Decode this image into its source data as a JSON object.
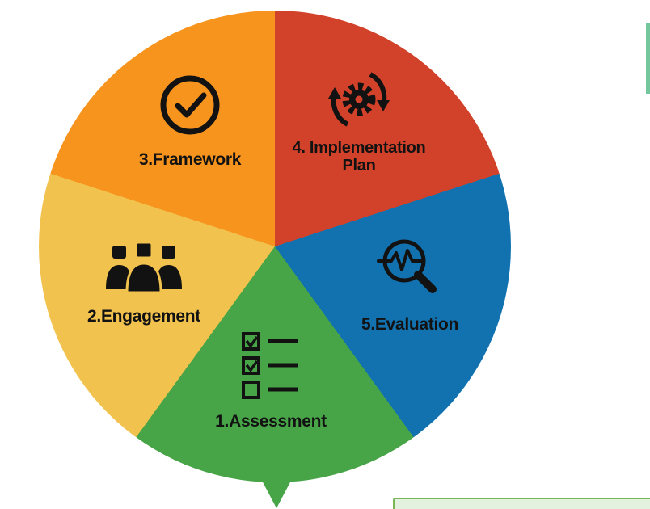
{
  "page": {
    "background": "#ffffff",
    "bottom_panel_fill": "#e3f2df",
    "bottom_panel_border": "#79b654",
    "right_strip_color": "#74c69d"
  },
  "diagram": {
    "type": "process-wheel",
    "title": "Five-step process wheel",
    "segments": [
      {
        "id": "assessment",
        "label": "1.Assessment",
        "color": "#47A447",
        "position": "bottom",
        "icon": "checklist-icon"
      },
      {
        "id": "engagement",
        "label": "2.Engagement",
        "color": "#F2C24E",
        "position": "left",
        "icon": "people-group-icon"
      },
      {
        "id": "framework",
        "label": "3.Framework",
        "color": "#F7941E",
        "position": "top-left",
        "icon": "check-circle-icon"
      },
      {
        "id": "implementation-plan",
        "label": "4. Implementation Plan",
        "color": "#D2422A",
        "position": "top-right",
        "icon": "gear-cycle-icon"
      },
      {
        "id": "evaluation",
        "label": "5.Evaluation",
        "color": "#1272B0",
        "position": "right",
        "icon": "magnifier-pulse-icon"
      }
    ],
    "icon_color": "#121212",
    "wheel_start": "top",
    "wheel_direction": "clockwise",
    "pointer": "bottom-center"
  }
}
